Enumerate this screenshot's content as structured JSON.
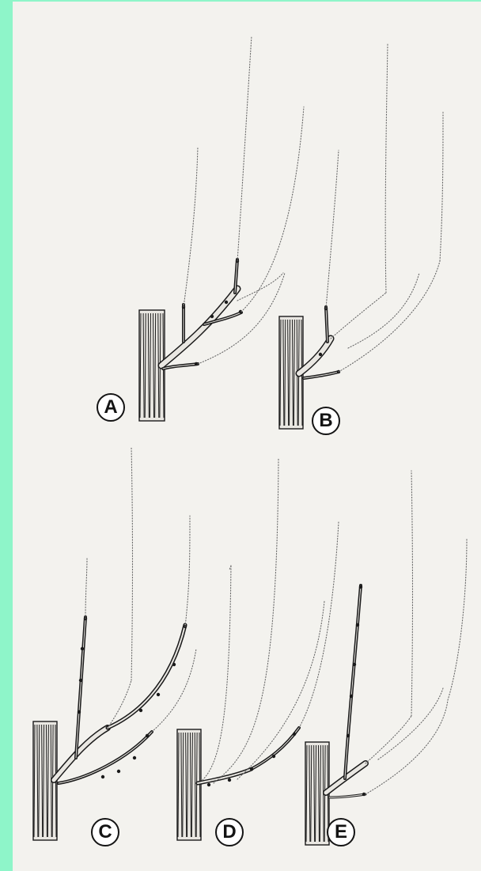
{
  "figure": {
    "background_color": "#8ef5c9",
    "paper_color": "#f3f2ee",
    "ink_color": "#1a1a1a",
    "panels": [
      {
        "id": "A",
        "label": "A"
      },
      {
        "id": "B",
        "label": "B"
      },
      {
        "id": "C",
        "label": "C"
      },
      {
        "id": "D",
        "label": "D"
      },
      {
        "id": "E",
        "label": "E"
      }
    ]
  }
}
